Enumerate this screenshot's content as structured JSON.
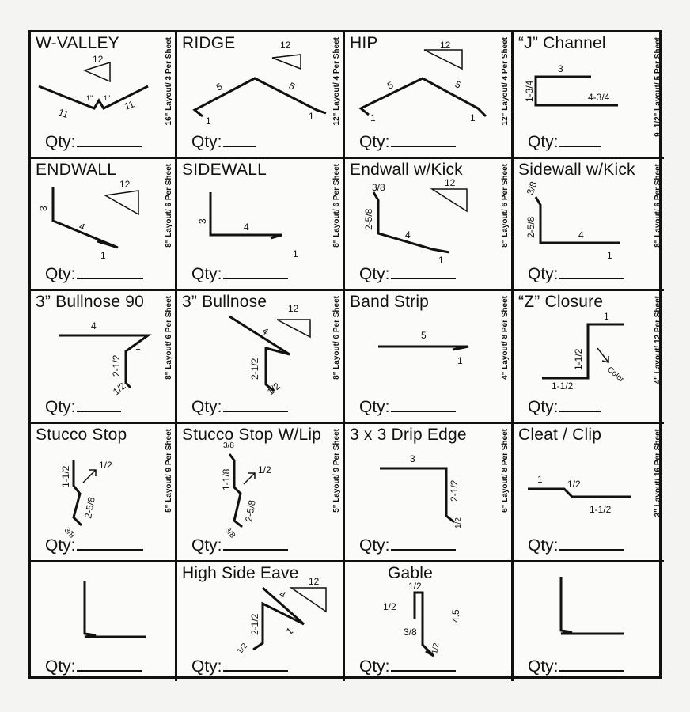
{
  "cells": [
    {
      "title": "W-VALLEY",
      "layout": "16\" Layout/ 3 Per Sheet",
      "qty": "Qty:",
      "dims": [
        "12",
        "11",
        "11",
        "1\"",
        "1\""
      ]
    },
    {
      "title": "RIDGE",
      "layout": "12\" Layout/ 4 Per Sheet",
      "qty": "Qty:",
      "dims": [
        "12",
        "5",
        "5",
        "1",
        "1"
      ]
    },
    {
      "title": "HIP",
      "layout": "12\" Layout/ 4 Per Sheet",
      "qty": "Qty:",
      "dims": [
        "12",
        "5",
        "5",
        "1",
        "1"
      ]
    },
    {
      "title": "“J” Channel",
      "layout": "9 -1/2\" Layout/ 5 Per Sheet",
      "qty": "Qty:",
      "dims": [
        "3",
        "1-3/4",
        "4-3/4"
      ]
    },
    {
      "title": "ENDWALL",
      "layout": "8\" Layout/ 6 Per Sheet",
      "qty": "Qty:",
      "dims": [
        "12",
        "3",
        "4",
        "1"
      ]
    },
    {
      "title": "SIDEWALL",
      "layout": "8\" Layout/ 6 Per Sheet",
      "qty": "Qty:",
      "dims": [
        "3",
        "4",
        "1"
      ]
    },
    {
      "title": "Endwall w/Kick",
      "layout": "8\" Layout/ 6 Per Sheet",
      "qty": "Qty:",
      "dims": [
        "3/8",
        "12",
        "2-5/8",
        "4",
        "1"
      ]
    },
    {
      "title": "Sidewall w/Kick",
      "layout": "8\" Layout/ 6 Per Sheet",
      "qty": "Qty:",
      "dims": [
        "3/8",
        "2-5/8",
        "4",
        "1"
      ]
    },
    {
      "title": "3” Bullnose 90",
      "layout": "8\" Layout/ 6 Per Sheet",
      "qty": "Qty:",
      "dims": [
        "4",
        "1",
        "2-1/2",
        "1/2"
      ]
    },
    {
      "title": "3” Bullnose",
      "layout": "8\" Layout/ 6 Per Sheet",
      "qty": "Qty:",
      "dims": [
        "12",
        "4",
        "2-1/2",
        "1/2"
      ]
    },
    {
      "title": "Band Strip",
      "layout": "4\" Layout/ 8 Per Sheet",
      "qty": "Qty:",
      "dims": [
        "5",
        "1"
      ]
    },
    {
      "title": "“Z” Closure",
      "layout": "4\" Layout/ 12 Per Sheet",
      "qty": "Qty:",
      "dims": [
        "1",
        "1-1/2",
        "1-1/2",
        "Color"
      ]
    },
    {
      "title": "Stucco Stop",
      "layout": "5\" Layout/ 9 Per Sheet",
      "qty": "Qty:",
      "dims": [
        "1-1/2",
        "1/2",
        "2-5/8",
        "3/8"
      ]
    },
    {
      "title": "Stucco Stop W/Lip",
      "layout": "5\" Layout/ 9 Per Sheet",
      "qty": "Qty:",
      "dims": [
        "3/8",
        "1-1/8",
        "1/2",
        "2-5/8",
        "3/8"
      ]
    },
    {
      "title": "3 x 3 Drip Edge",
      "layout": "6\" Layout/ 8 Per Sheet",
      "qty": "Qty:",
      "dims": [
        "3",
        "2-1/2",
        "1/2"
      ]
    },
    {
      "title": "Cleat / Clip",
      "layout": "3\" Layout/ 16 Per Sheet",
      "qty": "Qty:",
      "dims": [
        "1",
        "1/2",
        "1-1/2"
      ]
    },
    {
      "title": "",
      "layout": "",
      "qty": "Qty:",
      "dims": []
    },
    {
      "title": "High Side Eave",
      "layout": "",
      "qty": "Qty:",
      "dims": [
        "12",
        "4",
        "2-1/2",
        "1/2",
        "1"
      ]
    },
    {
      "title": "Gable",
      "layout": "",
      "qty": "Qty:",
      "dims": [
        "1/2",
        "1/2",
        "4.5",
        "3/8",
        "1/2"
      ]
    },
    {
      "title": "",
      "layout": "",
      "qty": "Qty:",
      "dims": []
    }
  ]
}
